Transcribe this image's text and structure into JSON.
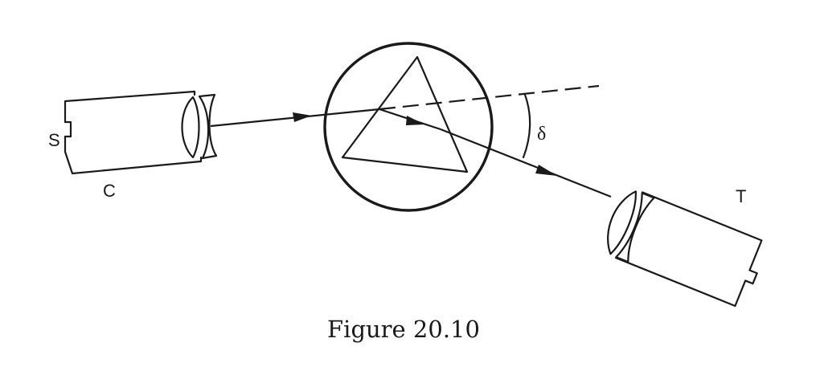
{
  "figure": {
    "caption": "Figure 20.10",
    "labels": {
      "source": "S",
      "collimator": "C",
      "telescope": "T",
      "deviation_angle": "δ"
    },
    "components": [
      {
        "name": "collimator",
        "label": "C"
      },
      {
        "name": "prism-table",
        "label": ""
      },
      {
        "name": "prism",
        "label": ""
      },
      {
        "name": "telescope",
        "label": "T"
      }
    ],
    "angle": {
      "symbol": "δ",
      "meaning": ""
    }
  }
}
